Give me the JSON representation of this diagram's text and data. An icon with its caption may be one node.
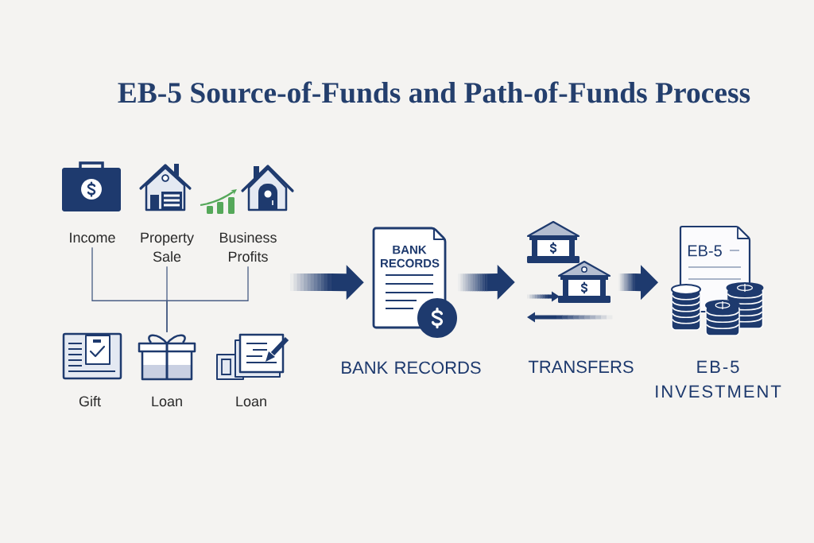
{
  "diagram": {
    "title": "EB-5 Source-of-Funds and Path-of-Funds Process",
    "nodes": [
      {
        "text": [
          "Income"
        ]
      },
      {
        "text": [
          "Property Sale"
        ]
      },
      {
        "text": [
          "Business Profits"
        ]
      },
      {
        "text": [
          "Gift"
        ]
      },
      {
        "text": [
          "Loan"
        ]
      },
      {
        "text": [
          "Loan"
        ]
      },
      {
        "text": [
          "BANK RECORDS"
        ],
        "beside": [
          "BANK RECORDS"
        ]
      },
      {
        "text": [],
        "shape": "picture",
        "beside": [
          "TRANSFERS"
        ]
      },
      {
        "text": [
          "EB-5"
        ],
        "beside": [
          "EB-5 INVESTMENT"
        ]
      }
    ],
    "edges": [
      {
        "from": 0,
        "to": 4,
        "arrow": "none"
      },
      {
        "from": 1,
        "to": 4,
        "arrow": "none"
      },
      {
        "from": 2,
        "to": 4,
        "arrow": "none"
      },
      {
        "from": null,
        "to": 6,
        "arrow": "to"
      },
      {
        "from": 6,
        "to": 7,
        "arrow": "to"
      },
      {
        "from": 7,
        "to": 8,
        "arrow": "to"
      }
    ]
  }
}
